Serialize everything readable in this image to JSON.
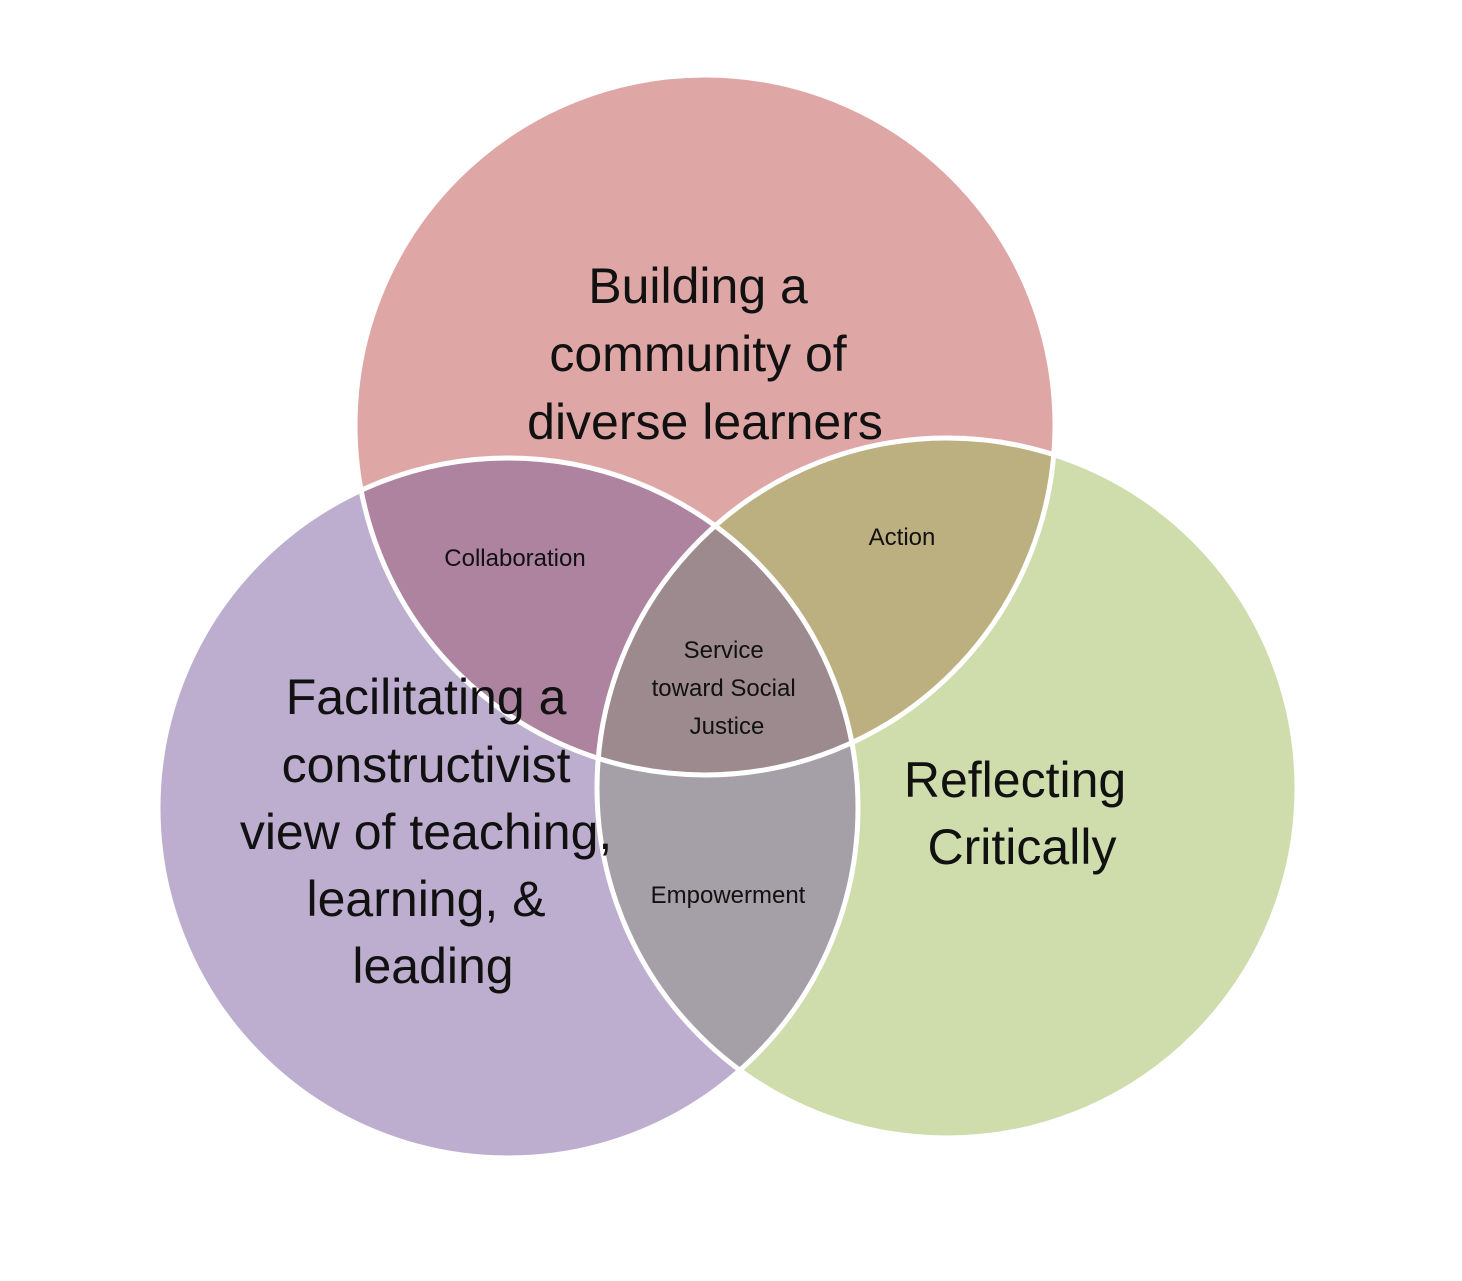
{
  "colors": {
    "top_circle": "#dfa6a6",
    "left_circle": "#bdaecf",
    "right_circle": "#cfdcab",
    "top_left_overlap": "#ae83a0",
    "top_right_overlap": "#bcb081",
    "left_right_overlap": "#a59fa8",
    "center_overlap": "#9d8a8f",
    "outline": "#ffffff"
  },
  "circles": {
    "top": {
      "label_lines": [
        "Building a",
        "community of",
        "diverse learners"
      ]
    },
    "left": {
      "label_lines": [
        "Facilitating a",
        "constructivist",
        "view of teaching,",
        "learning, &",
        "leading"
      ]
    },
    "right": {
      "label_lines": [
        "Reflecting",
        "Critically"
      ]
    }
  },
  "overlaps": {
    "top_left": {
      "label": "Collaboration"
    },
    "top_right": {
      "label": "Action"
    },
    "left_right": {
      "label": "Empowerment"
    },
    "center": {
      "label_lines": [
        "Service",
        "toward Social",
        "Justice"
      ]
    }
  }
}
